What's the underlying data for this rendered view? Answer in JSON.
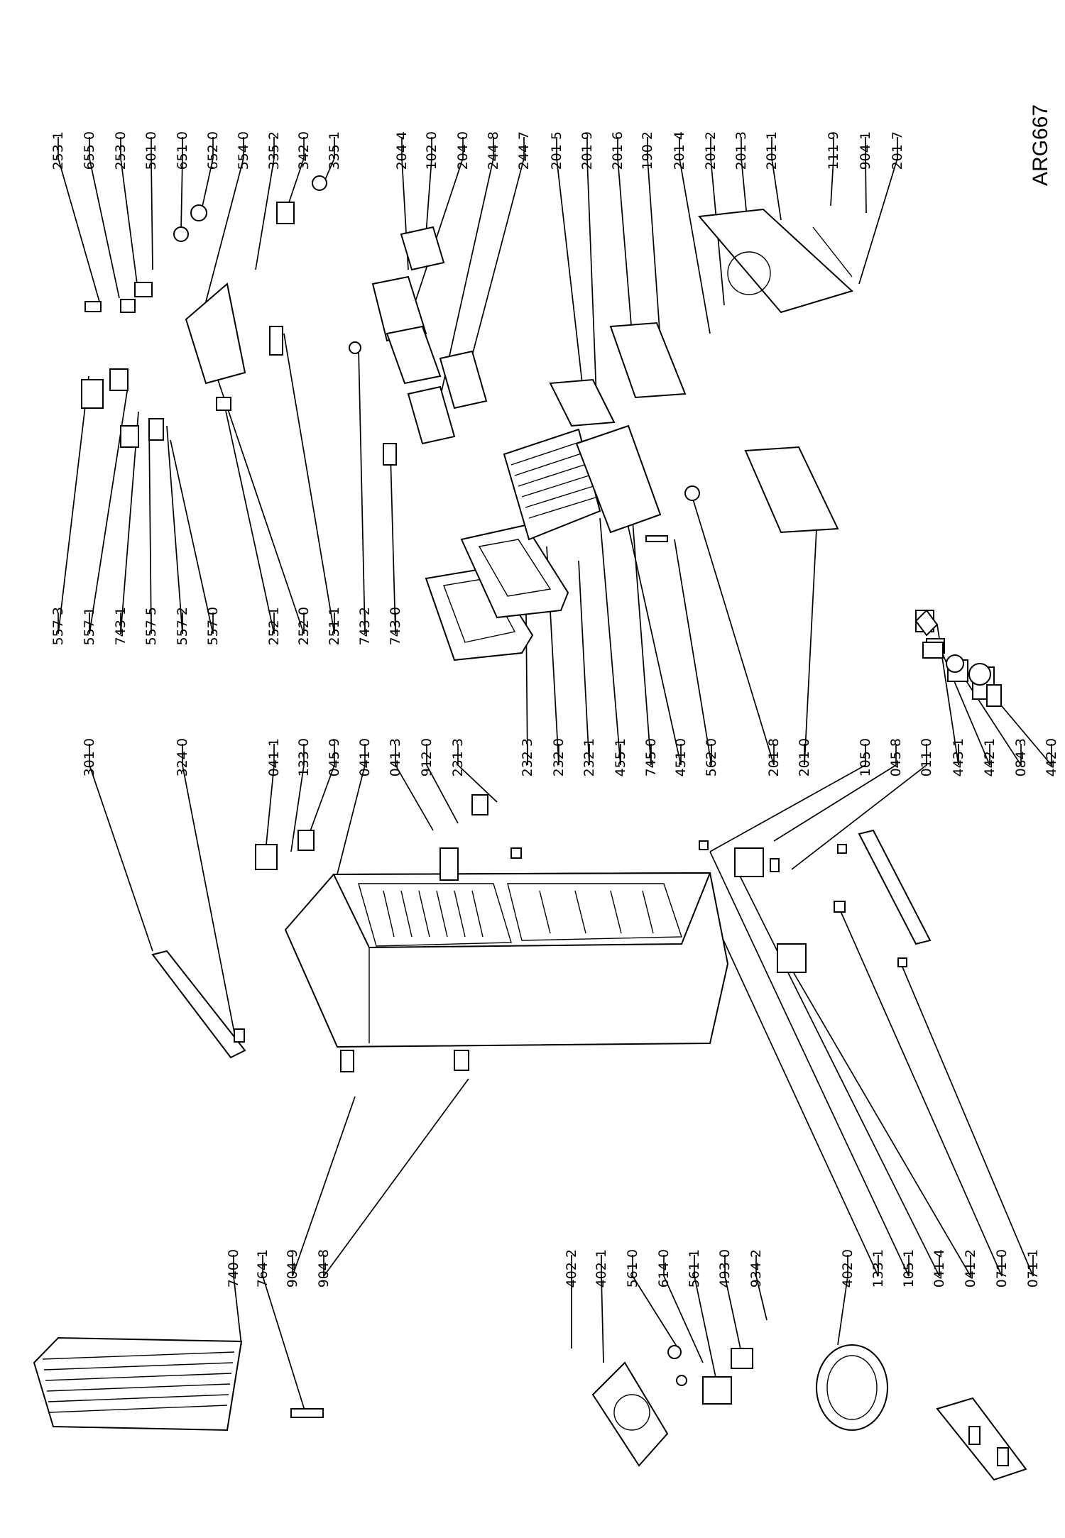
{
  "diagram": {
    "reference": "ARG667",
    "callouts": [
      "253 1",
      "655 0",
      "253 0",
      "501 0",
      "651 0",
      "652 0",
      "554 0",
      "335 2",
      "342 0",
      "335 1",
      "204 4",
      "102 0",
      "204 0",
      "244 8",
      "244 7",
      "201 5",
      "201 9",
      "201 6",
      "190 2",
      "201 4",
      "201 2",
      "201 3",
      "201 1",
      "111 9",
      "904 1",
      "201 7",
      "557 3",
      "557 1",
      "743 1",
      "557 5",
      "557 2",
      "557 0",
      "252 1",
      "252 0",
      "251 1",
      "743 2",
      "743 0",
      "301 0",
      "324 0",
      "041 1",
      "133 0",
      "045 9",
      "041 0",
      "041 3",
      "912 0",
      "231 3",
      "232 3",
      "232 0",
      "232 1",
      "455 1",
      "745 0",
      "451 0",
      "562 0",
      "201 8",
      "201 0",
      "105 0",
      "045 8",
      "011 0",
      "443 1",
      "442 1",
      "084 3",
      "442 0",
      "740 0",
      "764 1",
      "904 9",
      "904 8",
      "402 2",
      "402 1",
      "561 0",
      "614 0",
      "561 1",
      "493 0",
      "934 2",
      "402 0",
      "133 1",
      "105 1",
      "041 4",
      "041 2",
      "071 0",
      "071 1"
    ]
  }
}
